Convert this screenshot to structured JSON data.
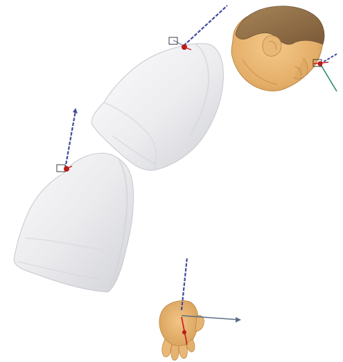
{
  "scene": {
    "background": "#ffffff",
    "colors": {
      "body_segment_fill": "#ececef",
      "body_segment_shade": "#d4d5d9",
      "body_segment_highlight": "#fbfbfd",
      "skin": "#e7b36e",
      "skin_shade": "#c98e45",
      "hair": "#9b774e",
      "hair_shade": "#7d5d3a",
      "axis_blue": "#3e4a9c",
      "axis_red": "#cc2222",
      "axis_green": "#2f8a68",
      "axis_gray": "#5b6e86",
      "joint_marker": "#bb1a1a"
    },
    "objects": [
      "upper-torso-segment",
      "lower-torso-segment",
      "head-model",
      "hand-model"
    ],
    "icons": [
      "joint-axis-icon",
      "joint-marker-icon"
    ]
  }
}
